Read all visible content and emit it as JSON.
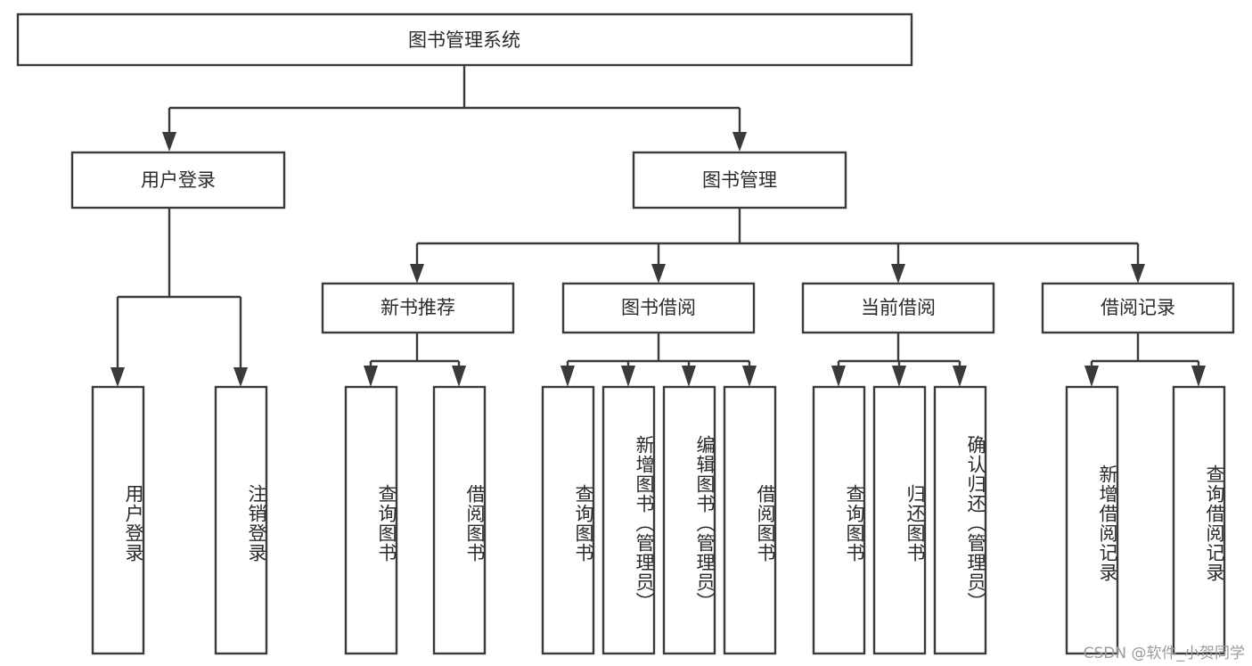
{
  "diagram": {
    "type": "tree",
    "title": "图书管理系统",
    "root": {
      "label": "图书管理系统",
      "children": [
        {
          "label": "用户登录",
          "children": [
            {
              "label": "用户登录"
            },
            {
              "label": "注销登录"
            }
          ]
        },
        {
          "label": "图书管理",
          "children": [
            {
              "label": "新书推荐",
              "children": [
                {
                  "label": "查询图书"
                },
                {
                  "label": "借阅图书"
                }
              ]
            },
            {
              "label": "图书借阅",
              "children": [
                {
                  "label": "查询图书"
                },
                {
                  "label": "新增图书（管理员）"
                },
                {
                  "label": "编辑图书（管理员）"
                },
                {
                  "label": "借阅图书"
                }
              ]
            },
            {
              "label": "当前借阅",
              "children": [
                {
                  "label": "查询图书"
                },
                {
                  "label": "归还图书"
                },
                {
                  "label": "确认归还（管理员）"
                }
              ]
            },
            {
              "label": "借阅记录",
              "children": [
                {
                  "label": "新增借阅记录"
                },
                {
                  "label": "查询借阅记录"
                }
              ]
            }
          ]
        }
      ]
    },
    "nodes": {
      "root": "图书管理系统",
      "l1_user_login": "用户登录",
      "l1_book_mgmt": "图书管理",
      "l2_new_book": "新书推荐",
      "l2_borrow": "图书借阅",
      "l2_current": "当前借阅",
      "l2_record": "借阅记录",
      "leaf_user_login": "用户登录",
      "leaf_logout": "注销登录",
      "leaf_nb_query": "查询图书",
      "leaf_nb_borrow": "借阅图书",
      "leaf_bb_query": "查询图书",
      "leaf_bb_add": "新增图书（管理员）",
      "leaf_bb_edit": "编辑图书（管理员）",
      "leaf_bb_borrow": "借阅图书",
      "leaf_cur_query": "查询图书",
      "leaf_cur_return": "归还图书",
      "leaf_cur_confirm": "确认归还（管理员）",
      "leaf_rec_add": "新增借阅记录",
      "leaf_rec_query": "查询借阅记录"
    },
    "colors": {
      "box_stroke": "#3a3a3a",
      "box_fill": "#ffffff",
      "text": "#2b2b2b",
      "background": "#ffffff",
      "watermark": "#9b9b9b"
    }
  },
  "watermark": {
    "text": "CSDN @软件_小贺同学"
  }
}
